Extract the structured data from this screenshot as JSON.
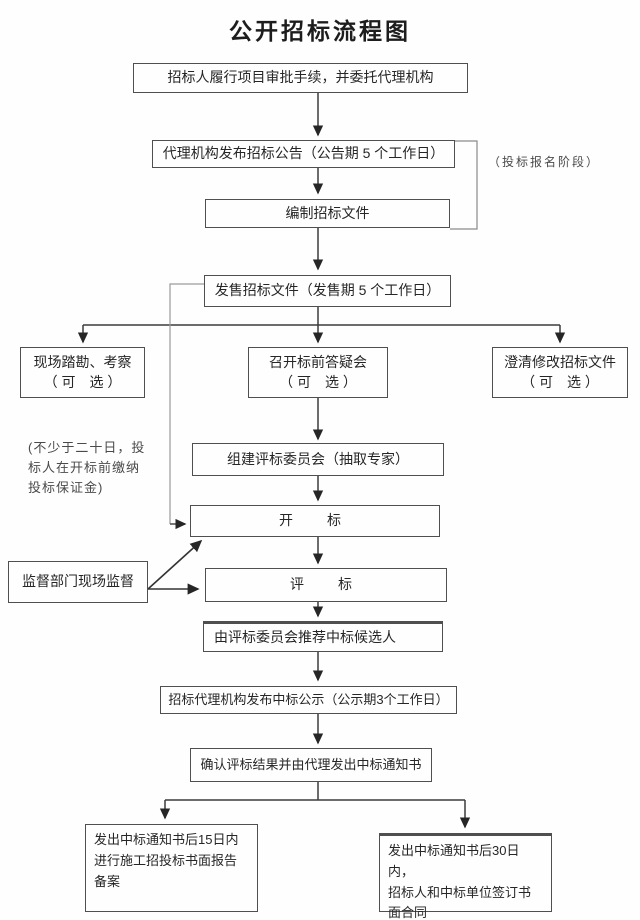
{
  "title": "公开招标流程图",
  "nodes": {
    "approval": "招标人履行项目审批手续，并委托代理机构",
    "announcement": "代理机构发布招标公告（公告期 5 个工作日）",
    "prepare_docs": "编制招标文件",
    "sell_docs": "发售招标文件（发售期 5 个工作日）",
    "site_visit": {
      "line1": "现场踏勘、考察",
      "line2": "（ 可　选 ）"
    },
    "qa_meeting": {
      "line1": "召开标前答疑会",
      "line2": "（ 可　选 ）"
    },
    "clarify_docs": {
      "line1": "澄清修改招标文件",
      "line2": "（ 可　选 ）"
    },
    "committee": "组建评标委员会（抽取专家）",
    "bid_opening": "开　标",
    "supervision": "监督部门现场监督",
    "bid_evaluation": "评　标",
    "recommend": "由评标委员会推荐中标候选人",
    "win_publicity": "招标代理机构发布中标公示（公示期3个工作日）",
    "confirm_notice": "确认评标结果并由代理发出中标通知书",
    "filing": {
      "line1": "发出中标通知书后15日内",
      "line2": "进行施工招投标书面报告",
      "line3": "备案"
    },
    "contract": {
      "line1": "发出中标通知书后30日内，",
      "line2": "招标人和中标单位签订书",
      "line3": "面合同"
    }
  },
  "annotations": {
    "registration_phase": "（投标报名阶段）",
    "deposit_note": {
      "line1": "(不少于二十日，投",
      "line2": "标人在开标前缴纳",
      "line3": "投标保证金)"
    }
  },
  "colors": {
    "box_border": "#4f4f4f",
    "connector": "#3c3c3c",
    "light_connector": "#9a9a9a",
    "text": "#262626",
    "background": "#fefefe"
  }
}
